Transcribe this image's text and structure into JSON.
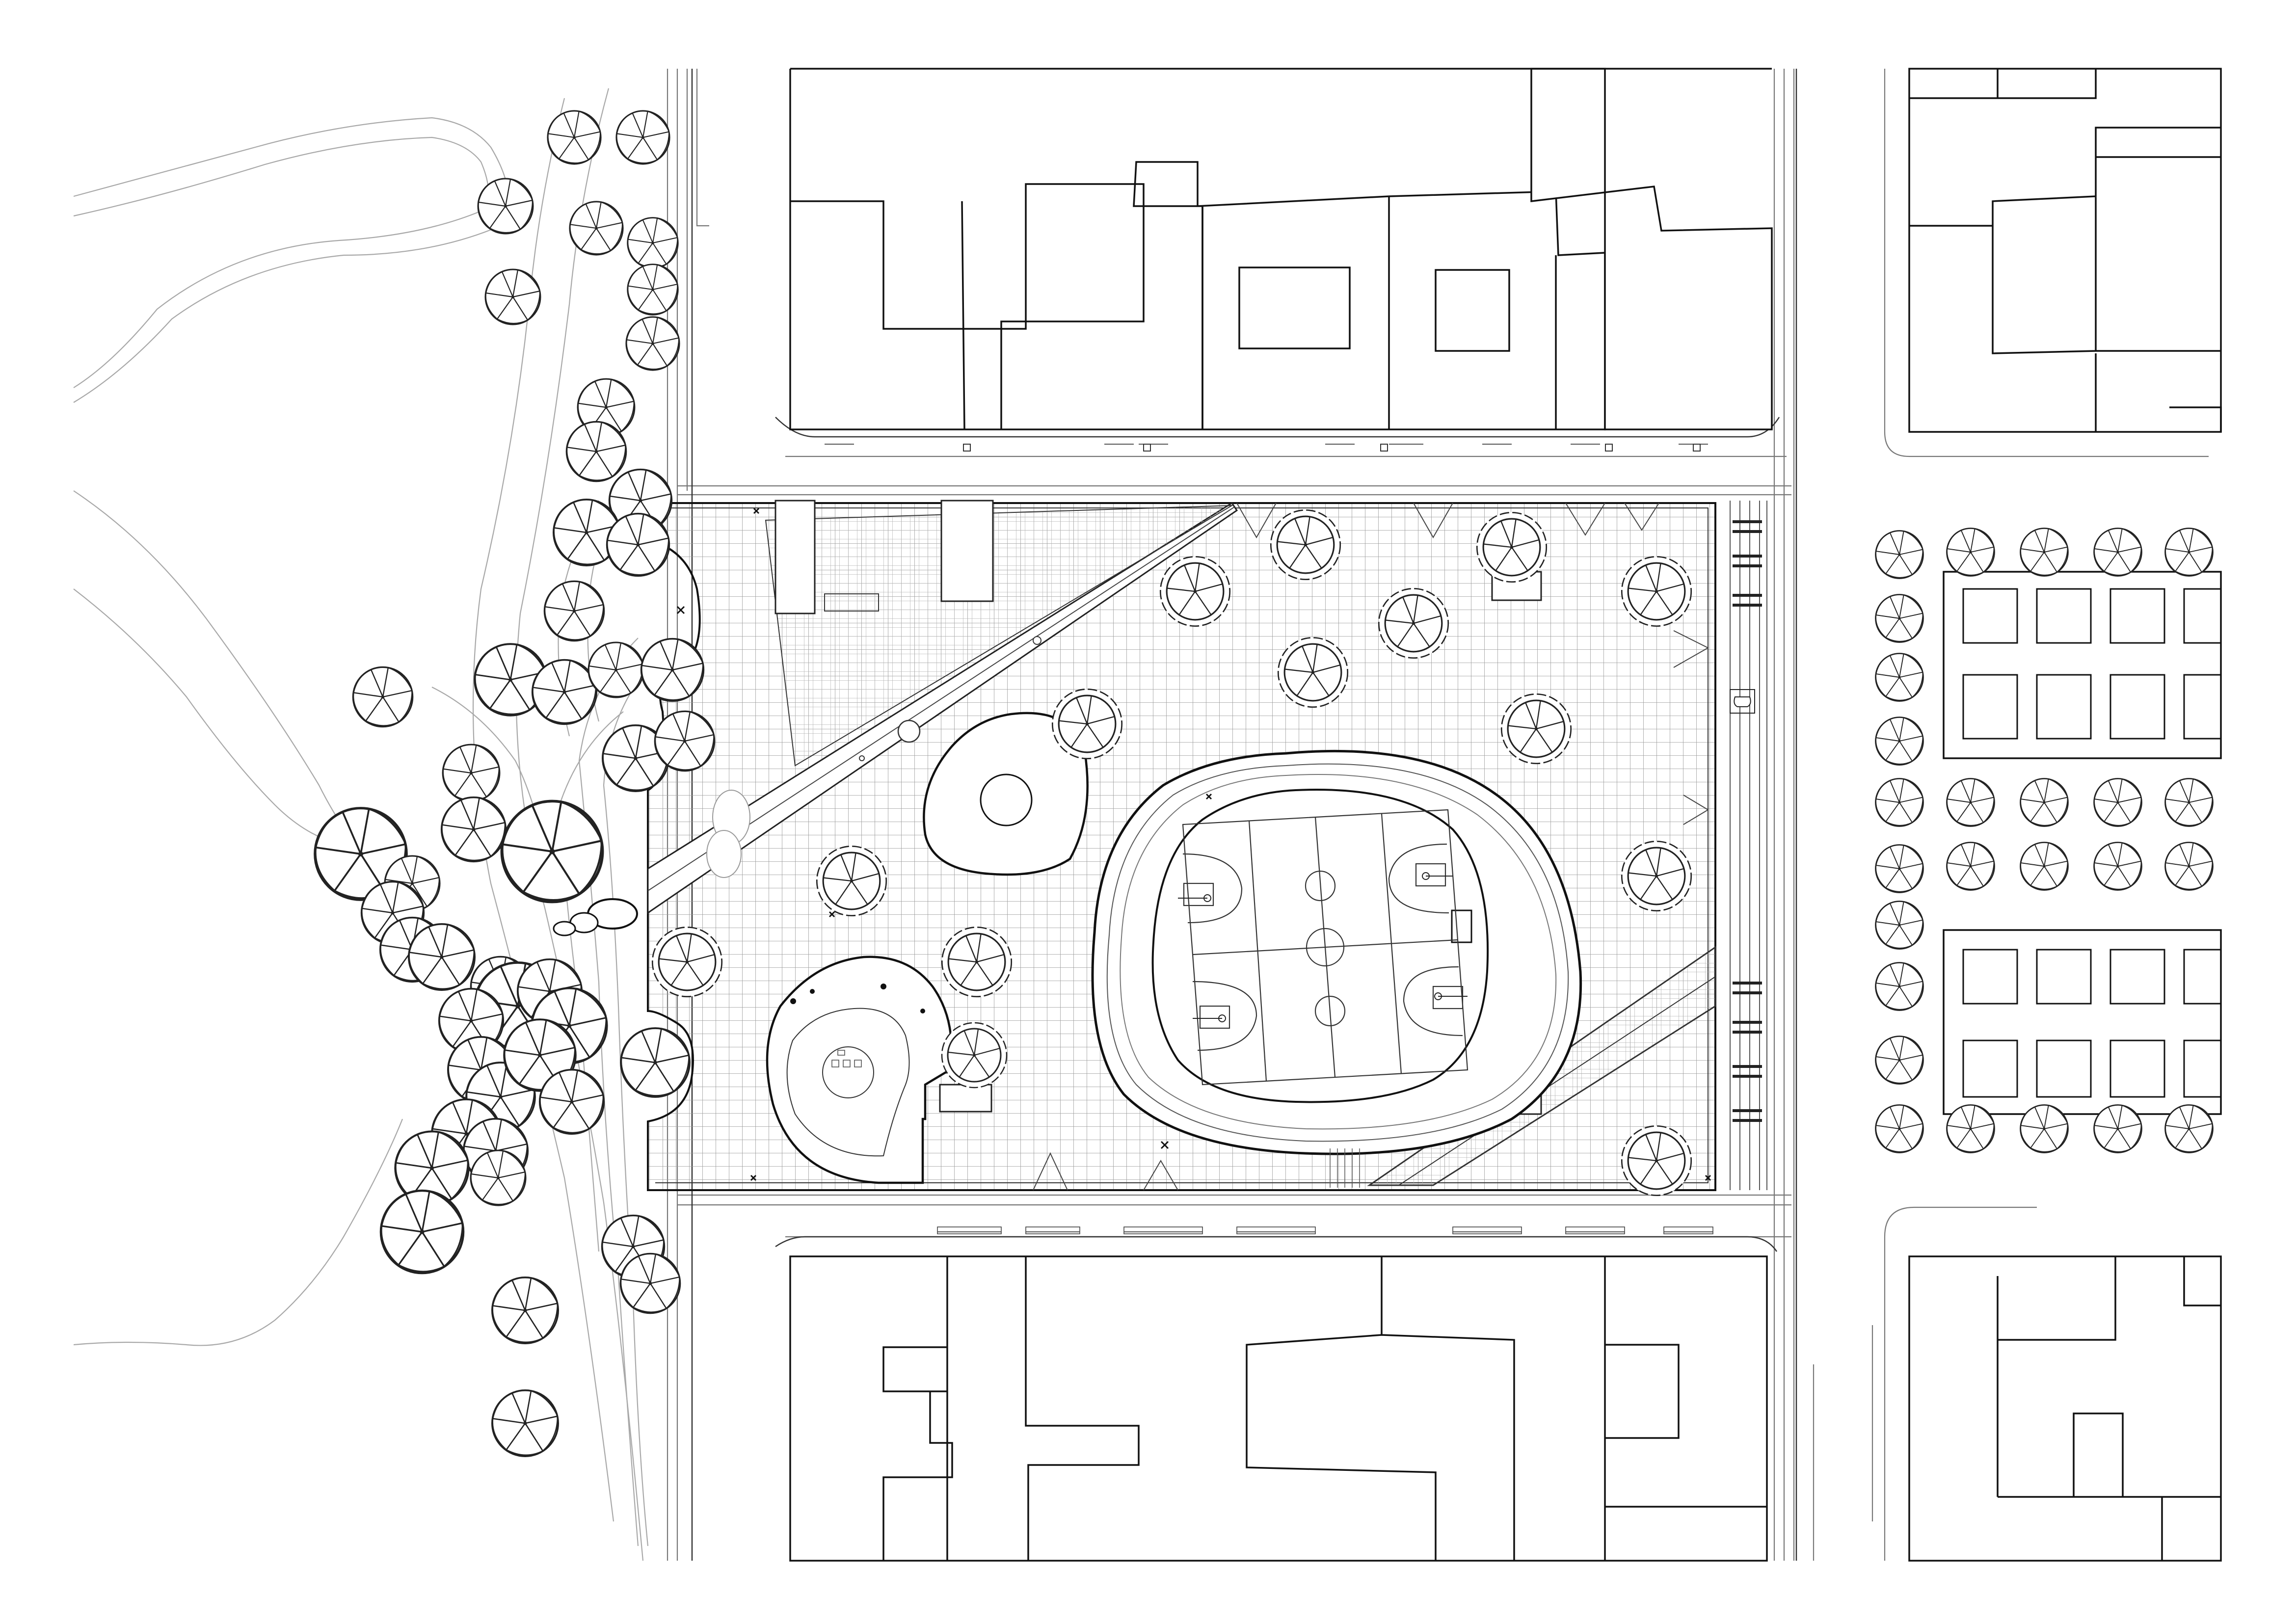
{
  "drawing": {
    "kind": "site-plan",
    "line_color": "#111111",
    "fine_line_color": "#8a8a8a",
    "background": "#ffffff"
  },
  "legend": {
    "items": [
      "building-footprint",
      "tree",
      "sports-court",
      "paved-square",
      "street"
    ]
  },
  "icons": {
    "tree": "tree-canopy-icon",
    "court": "basketball-court-icon",
    "bench": "bench-icon",
    "lamp": "lamp-post-icon"
  }
}
